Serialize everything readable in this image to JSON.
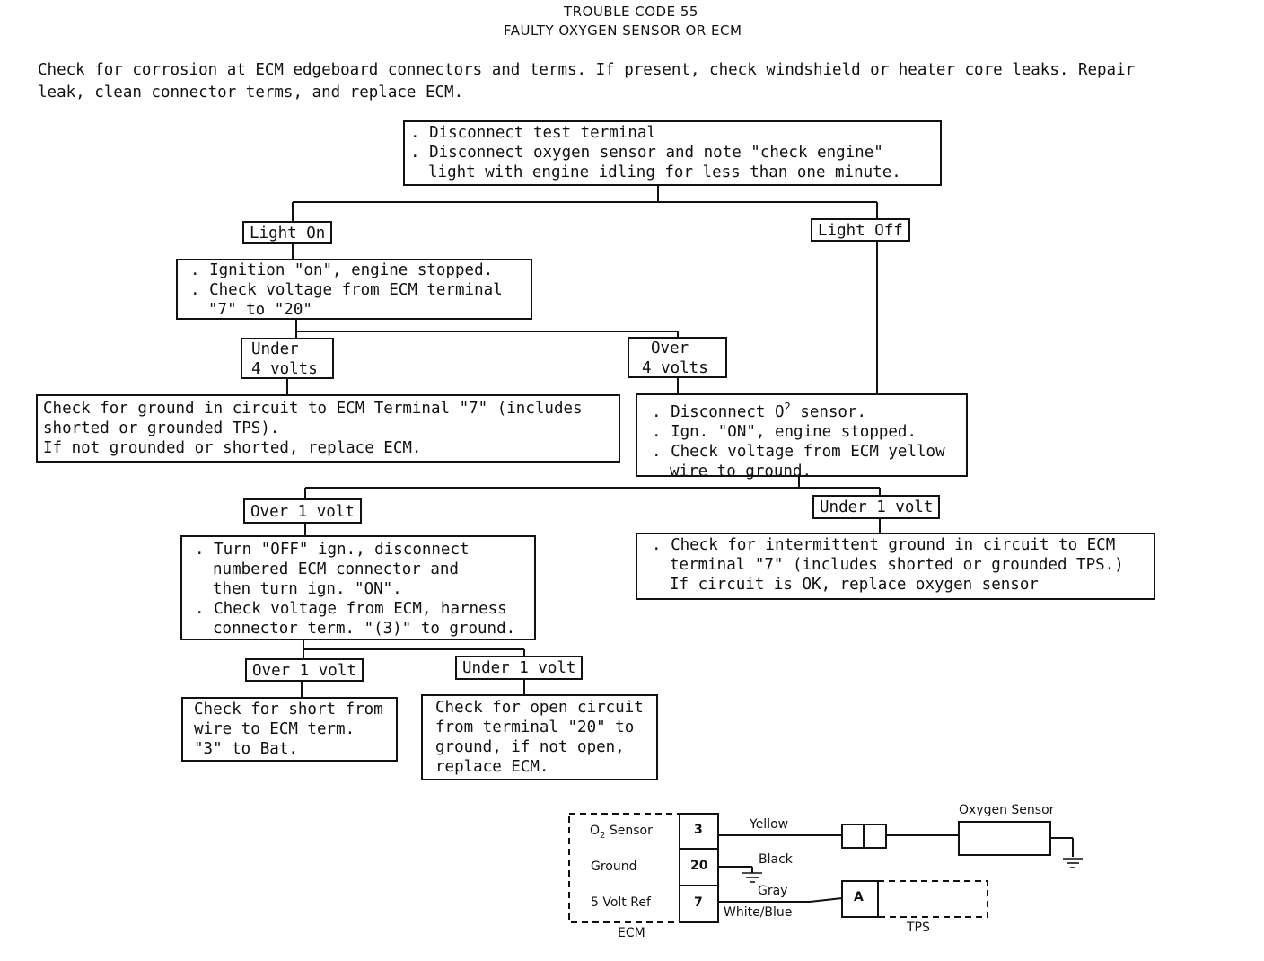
{
  "header": {
    "title_line1": "TROUBLE CODE 55",
    "title_line2": "FAULTY OXYGEN SENSOR OR ECM"
  },
  "intro": {
    "line1": "Check for corrosion at ECM edgeboard connectors and terms.  If present, check windshield or heater core leaks.  Repair",
    "line2": "leak, clean connector terms, and replace ECM."
  },
  "flow": {
    "start": {
      "line1": ". Disconnect test terminal",
      "line2": ". Disconnect oxygen sensor and note \"check engine\"",
      "line3": "light with engine idling for less than one minute."
    },
    "light_on": "Light On",
    "light_off": "Light Off",
    "ign_check": {
      "line1": ". Ignition \"on\", engine stopped.",
      "line2": ". Check voltage from ECM terminal",
      "line3": "\"7\" to \"20\""
    },
    "under4": {
      "line1": "Under",
      "line2": "4 volts"
    },
    "over4": {
      "line1": "Over",
      "line2": "4 volts"
    },
    "ground_check": {
      "line1": "Check for ground in circuit to ECM Terminal \"7\" (includes",
      "line2": "shorted or grounded TPS).",
      "line3": "If not grounded or shorted, replace ECM."
    },
    "o2_check": {
      "line1": ". Disconnect O",
      "line1_sup": "2",
      "line1_end": " sensor.",
      "line2": ". Ign. \"ON\", engine stopped.",
      "line3": ". Check voltage from ECM yellow",
      "line4": "wire to ground."
    },
    "over1": "Over 1 volt",
    "under1": "Under 1 volt",
    "turn_off": {
      "line1": ". Turn \"OFF\" ign., disconnect",
      "line2": "numbered ECM connector and",
      "line3": "then turn ign. \"ON\".",
      "line4": ". Check voltage from ECM, harness",
      "line5": "connector term. \"(3)\" to ground."
    },
    "intermittent": {
      "line1": ". Check for intermittent ground in circuit to ECM",
      "line2": "terminal \"7\" (includes shorted or grounded TPS.)",
      "line3": "If circuit is OK, replace oxygen sensor"
    },
    "over1b": "Over 1 volt",
    "under1b": "Under 1 volt",
    "short_check": {
      "line1": "Check for short from",
      "line2": "wire to ECM term.",
      "line3": "\"3\" to Bat."
    },
    "open_check": {
      "line1": "Check for open circuit",
      "line2": "from terminal \"20\" to",
      "line3": "ground, if not open,",
      "line4": "replace ECM."
    }
  },
  "wiring": {
    "ecm_label": "ECM",
    "row1_name": "O",
    "row1_sub": "2",
    "row1_end": " Sensor",
    "row2_name": "Ground",
    "row3_name": "5 Volt Ref",
    "pin1": "3",
    "pin2": "20",
    "pin3": "7",
    "wire_yellow": "Yellow",
    "wire_black": "Black",
    "wire_gray": "Gray",
    "wire_white_blue": "White/Blue",
    "oxygen_sensor": "Oxygen Sensor",
    "tps_pin": "A",
    "tps_label": "TPS"
  }
}
